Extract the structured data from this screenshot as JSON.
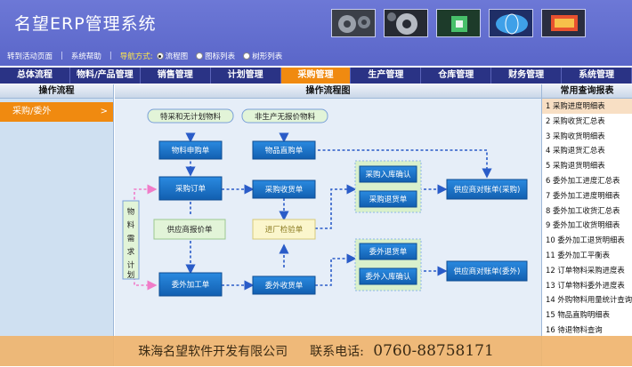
{
  "app": {
    "title": "名望ERP管理系统"
  },
  "toolbar": {
    "goto_active": "转到活动页面",
    "help": "系统帮助",
    "nav_mode_label": "导航方式:",
    "nav_modes": [
      {
        "label": "流程图",
        "selected": true
      },
      {
        "label": "图标列表",
        "selected": false
      },
      {
        "label": "树形列表",
        "selected": false
      }
    ]
  },
  "main_nav": {
    "items": [
      "总体流程",
      "物料/产品管理",
      "销售管理",
      "计划管理",
      "采购管理",
      "生产管理",
      "仓库管理",
      "财务管理",
      "系统管理"
    ],
    "active": "采购管理"
  },
  "left_panel": {
    "title": "操作流程",
    "items": [
      {
        "label": "采购/委外",
        "chevron": ">"
      }
    ]
  },
  "center_panel": {
    "title": "操作流程图",
    "nodes": {
      "special": "特采和无计划物料",
      "nonprod": "非生产无报价物料",
      "mreq": "物料申购单",
      "direct": "物品直购单",
      "po": "采购订单",
      "recv": "采购收货单",
      "inspect": "进厂检验单",
      "instock": "采购入库确认",
      "preturn": "采购退货单",
      "supplier_ledger_p": "供应商对账单(采购)",
      "price": "供应商报价单",
      "plan": "物料需求计划",
      "outsource": "委外加工单",
      "orecv": "委外收货单",
      "oreturn": "委外退货单",
      "oinstock": "委外入库确认",
      "supplier_ledger_o": "供应商对账单(委外)"
    }
  },
  "right_panel": {
    "title": "常用查询报表",
    "items": [
      "1 采购进度明细表",
      "2 采购收货汇总表",
      "3 采购收货明细表",
      "4 采购退货汇总表",
      "5 采购退货明细表",
      "6 委外加工进度汇总表",
      "7 委外加工进度明细表",
      "8 委外加工收货汇总表",
      "9 委外加工收货明细表",
      "10 委外加工退货明细表",
      "11 委外加工平衡表",
      "12 订单物料采购进度表",
      "13 订单物料委外进度表",
      "14 外购物料用量统计查询",
      "15 物品直购明细表",
      "16 待退物料查询"
    ],
    "selected_index": 0
  },
  "footer": {
    "company": "珠海名望软件开发有限公司",
    "contact_label": "联系电话:",
    "phone": "0760-88758171"
  },
  "colors": {
    "header_bg": "#5f6acd",
    "nav_bg": "#2a3385",
    "active_orange": "#f08a10",
    "node_blue": "#1a72c4",
    "arrow_blue": "#2a5cc8",
    "plan_pink": "#f07cc8"
  }
}
